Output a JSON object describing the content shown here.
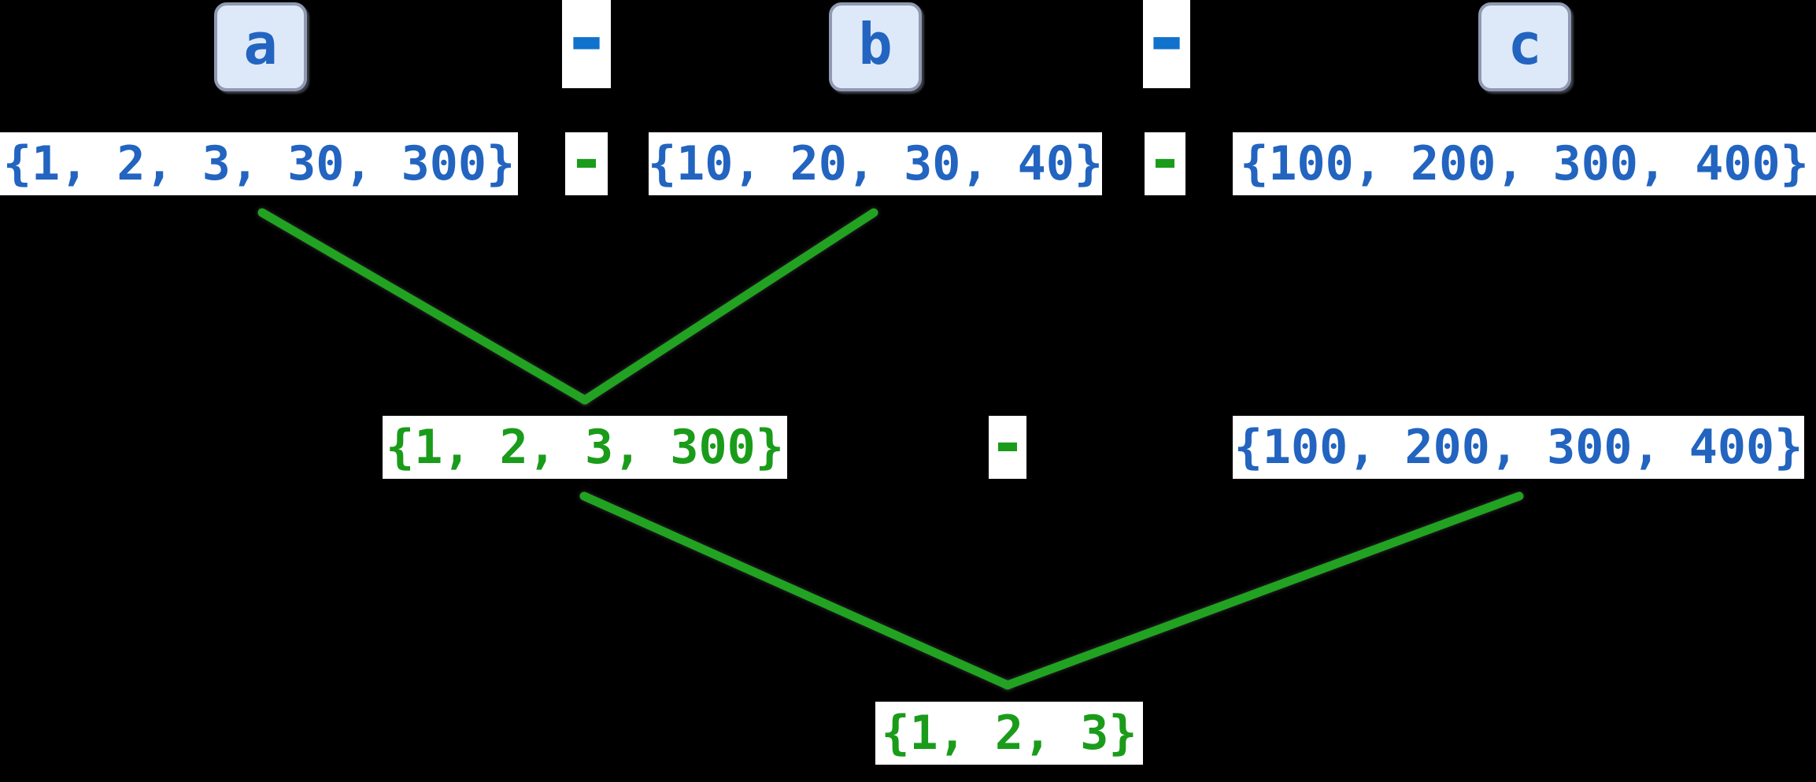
{
  "colors": {
    "background": "#000000",
    "blue_text": "#2264c0",
    "blue_dash": "#1172cc",
    "green_text": "#1a9c1a",
    "green_line": "#21a321",
    "var_box_fill": "#dde9f8",
    "var_box_border": "#8f99b2",
    "panel_bg": "#ffffff"
  },
  "variables": {
    "a": "a",
    "b": "b",
    "c": "c"
  },
  "operators": {
    "minus": "-"
  },
  "top_row_sets": {
    "set_a": "{1, 2, 3, 30, 300}",
    "set_b": "{10, 20, 30, 40}",
    "set_c": "{100, 200, 300, 400}"
  },
  "intermediate_row": {
    "a_minus_b": "{1, 2, 3, 300}",
    "set_c": "{100, 200, 300, 400}"
  },
  "result_row": {
    "final": "{1, 2, 3}"
  }
}
